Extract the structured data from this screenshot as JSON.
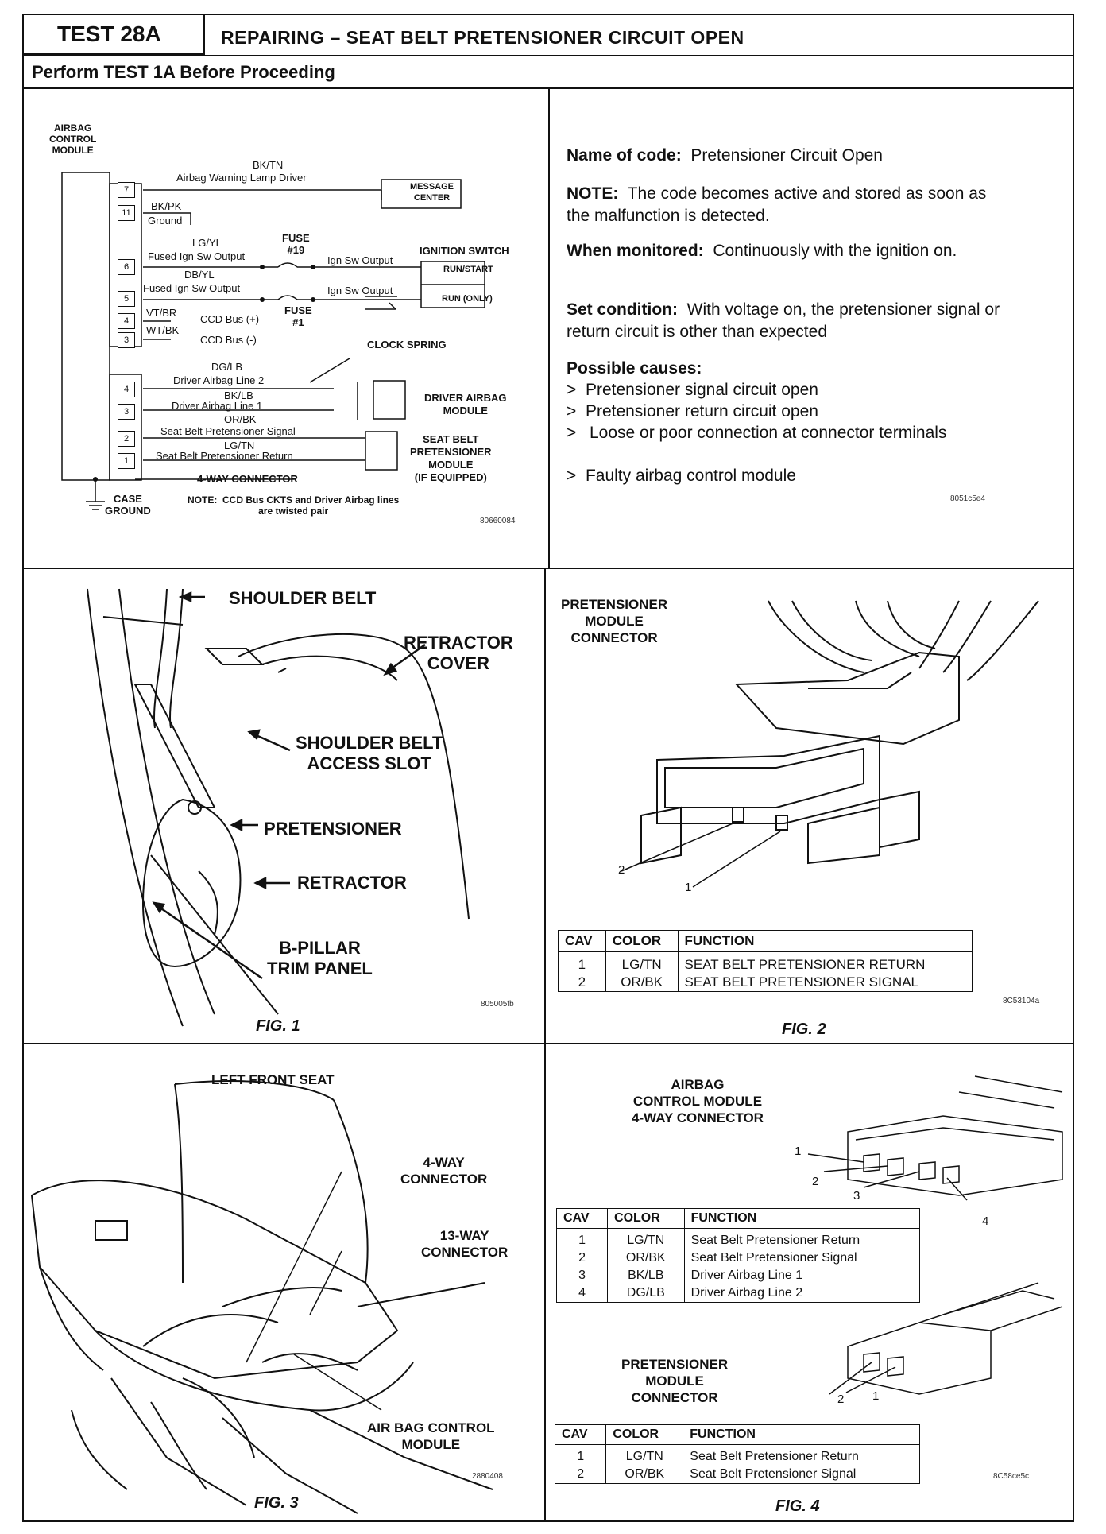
{
  "header": {
    "test_id": "TEST 28A",
    "title": "REPAIRING – SEAT BELT PRETENSIONER CIRCUIT OPEN",
    "subtitle": "Perform TEST 1A Before Proceeding"
  },
  "schematic": {
    "module_label": "AIRBAG\nCONTROL\nMODULE",
    "wires": {
      "w1_color": "BK/TN",
      "w1_desc": "Airbag Warning Lamp Driver",
      "w2_color": "BK/PK",
      "w2_desc": "Ground",
      "w3_color": "LG/YL",
      "w3_desc": "Fused Ign Sw Output",
      "w4_color": "DB/YL",
      "w4_desc": "Fused Ign Sw Output",
      "w5_color": "VT/BR",
      "w5_desc": "CCD Bus (+)",
      "w6_color": "WT/BK",
      "w6_desc": "CCD Bus (-)",
      "w7_color": "DG/LB",
      "w7_desc": "Driver Airbag Line 2",
      "w8_color": "BK/LB",
      "w8_desc": "Driver Airbag Line 1",
      "w9_color": "OR/BK",
      "w9_desc": "Seat Belt Pretensioner Signal",
      "w10_color": "LG/TN",
      "w10_desc": "Seat Belt Pretensioner Return"
    },
    "pins": [
      "7",
      "11",
      "6",
      "5",
      "4",
      "3",
      "4",
      "3",
      "2",
      "1"
    ],
    "fuse19": "FUSE\n#19",
    "fuse1": "FUSE\n#1",
    "ign_out": "Ign Sw Output",
    "ignition_switch": "IGNITION SWITCH",
    "run_start": "RUN/START",
    "run_only": "RUN (ONLY)",
    "message_center": "MESSAGE\nCENTER",
    "clock_spring": "CLOCK SPRING",
    "driver_airbag": "DRIVER AIRBAG\nMODULE",
    "seat_belt_module": "SEAT BELT\nPRETENSIONER\nMODULE\n(IF EQUIPPED)",
    "four_way": "4-WAY CONNECTOR",
    "case_ground": "CASE\nGROUND",
    "note": "NOTE:  CCD Bus CKTS and Driver Airbag lines\nare twisted pair",
    "ref": "80660084"
  },
  "code_info": {
    "name_label": "Name of code:",
    "name_value": "Pretensioner Circuit Open",
    "note_label": "NOTE:",
    "note_value": "The code becomes active and stored as soon as the malfunction is detected.",
    "monitored_label": "When monitored:",
    "monitored_value": "Continuously with the ignition on.",
    "set_label": "Set condition:",
    "set_value": "With voltage on, the pretensioner signal or return circuit is other than expected",
    "causes_label": "Possible causes:",
    "causes": [
      "Pretensioner signal circuit open",
      "Pretensioner return circuit open",
      "Loose or poor connection at connector terminals",
      "Faulty airbag control module"
    ],
    "ref": "8051c5e4"
  },
  "fig1": {
    "shoulder_belt": "SHOULDER BELT",
    "retractor_cover": "RETRACTOR\nCOVER",
    "access_slot": "SHOULDER BELT\nACCESS SLOT",
    "pretensioner": "PRETENSIONER",
    "retractor": "RETRACTOR",
    "b_pillar": "B-PILLAR\nTRIM PANEL",
    "ref": "805005fb",
    "caption": "FIG. 1"
  },
  "fig2": {
    "label": "PRETENSIONER\nMODULE\nCONNECTOR",
    "pin2": "2",
    "pin1": "1",
    "table": {
      "headers": [
        "CAV",
        "COLOR",
        "FUNCTION"
      ],
      "rows": [
        [
          "1",
          "LG/TN",
          "SEAT BELT PRETENSIONER RETURN"
        ],
        [
          "2",
          "OR/BK",
          "SEAT BELT PRETENSIONER SIGNAL"
        ]
      ]
    },
    "ref": "8C53104a",
    "caption": "FIG. 2"
  },
  "fig3": {
    "left_front_seat": "LEFT FRONT SEAT",
    "four_way": "4-WAY\nCONNECTOR",
    "thirteen_way": "13-WAY\nCONNECTOR",
    "acm": "AIR BAG CONTROL\nMODULE",
    "ref": "2880408",
    "caption": "FIG. 3"
  },
  "fig4": {
    "acm_label": "AIRBAG\nCONTROL MODULE\n4-WAY CONNECTOR",
    "pins_top": [
      "1",
      "2",
      "3",
      "4"
    ],
    "table1": {
      "headers": [
        "CAV",
        "COLOR",
        "FUNCTION"
      ],
      "rows": [
        [
          "1",
          "LG/TN",
          "Seat Belt Pretensioner Return"
        ],
        [
          "2",
          "OR/BK",
          "Seat Belt Pretensioner Signal"
        ],
        [
          "3",
          "BK/LB",
          "Driver Airbag Line 1"
        ],
        [
          "4",
          "DG/LB",
          "Driver Airbag Line 2"
        ]
      ]
    },
    "pret_label": "PRETENSIONER\nMODULE\nCONNECTOR",
    "pins_bottom": [
      "2",
      "1"
    ],
    "table2": {
      "headers": [
        "CAV",
        "COLOR",
        "FUNCTION"
      ],
      "rows": [
        [
          "1",
          "LG/TN",
          "Seat Belt Pretensioner Return"
        ],
        [
          "2",
          "OR/BK",
          "Seat Belt Pretensioner Signal"
        ]
      ]
    },
    "ref": "8C58ce5c",
    "caption": "FIG. 4"
  }
}
